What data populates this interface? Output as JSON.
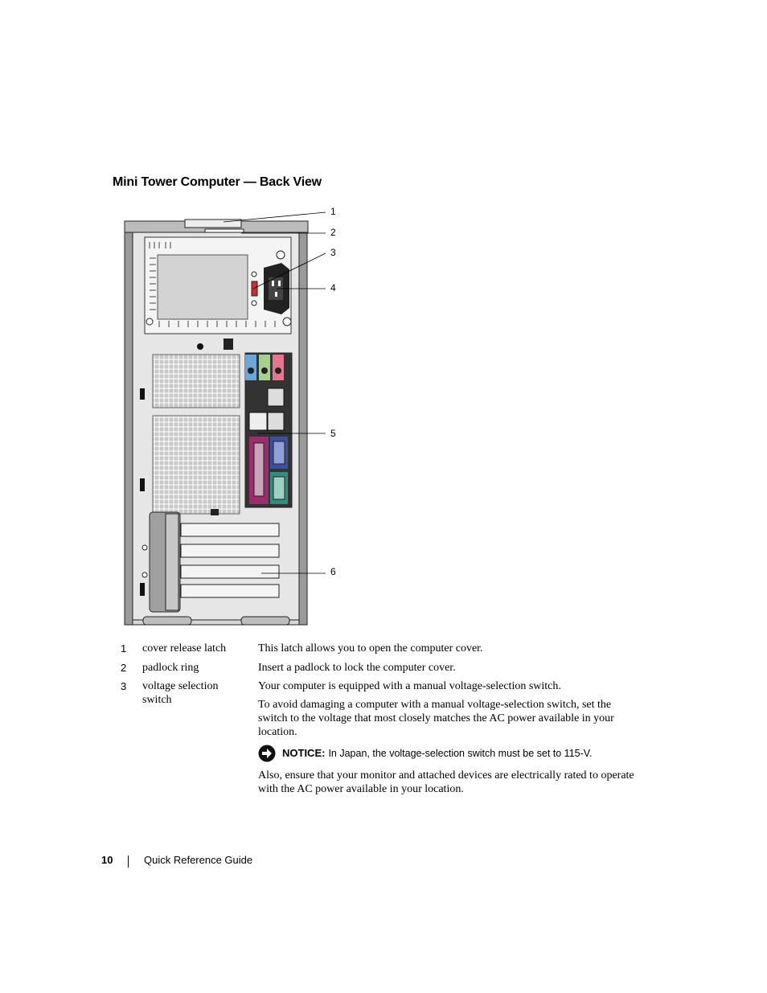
{
  "heading": "Mini Tower Computer — Back View",
  "callouts": [
    "1",
    "2",
    "3",
    "4",
    "5",
    "6"
  ],
  "rows": [
    {
      "num": "1",
      "item": "cover release latch",
      "desc": [
        "This latch allows you to open the computer cover."
      ]
    },
    {
      "num": "2",
      "item": "padlock ring",
      "desc": [
        "Insert a padlock to lock the computer cover."
      ]
    },
    {
      "num": "3",
      "item": "voltage selection switch",
      "desc": [
        "Your computer is equipped with a manual voltage-selection switch.",
        "To avoid damaging a computer with a manual voltage-selection switch, set the switch to the voltage that most closely matches the AC power available in your location."
      ]
    }
  ],
  "notice": {
    "label": "NOTICE:",
    "text": "In Japan, the voltage-selection switch must be set to 115-V.",
    "icon": "notice-arrow-icon"
  },
  "after_notice": "Also, ensure that your monitor and attached devices are electrically rated to operate with the AC power available in your location.",
  "footer": {
    "page_number": "10",
    "guide_title": "Quick Reference Guide"
  },
  "colors": {
    "audio_blue": "#6aa6d8",
    "audio_green": "#a8d08d",
    "audio_pink": "#e8758f",
    "parallel_port": "#9b2d6e",
    "vga_port": "#3d4fa0",
    "serial_port": "#2f8f7a"
  }
}
